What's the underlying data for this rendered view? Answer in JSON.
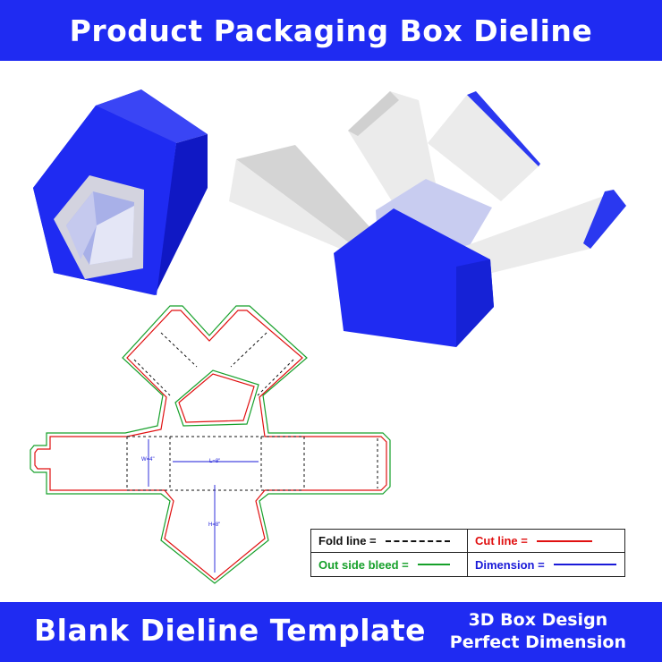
{
  "header": {
    "title": "Product Packaging Box Dieline"
  },
  "footer": {
    "title": "Blank Dieline Template",
    "subtitle_1": "3D Box Design",
    "subtitle_2": "Perfect Dimension"
  },
  "dimensions": {
    "width": "W=4\"",
    "length": "L=8\"",
    "height": "H=8\""
  },
  "legend": {
    "fold_label": "Fold line =",
    "cut_label": "Cut line =",
    "bleed_label": "Out side bleed =",
    "dimension_label": "Dimension ="
  },
  "colors": {
    "banner": "#1f2bf2",
    "box_blue": "#1f2bf2",
    "panel_gray": "#ebebeb",
    "cut_line": "#e01010",
    "bleed_line": "#16a02a",
    "fold_line": "#111111",
    "dimension_line": "#1a1ad8"
  }
}
